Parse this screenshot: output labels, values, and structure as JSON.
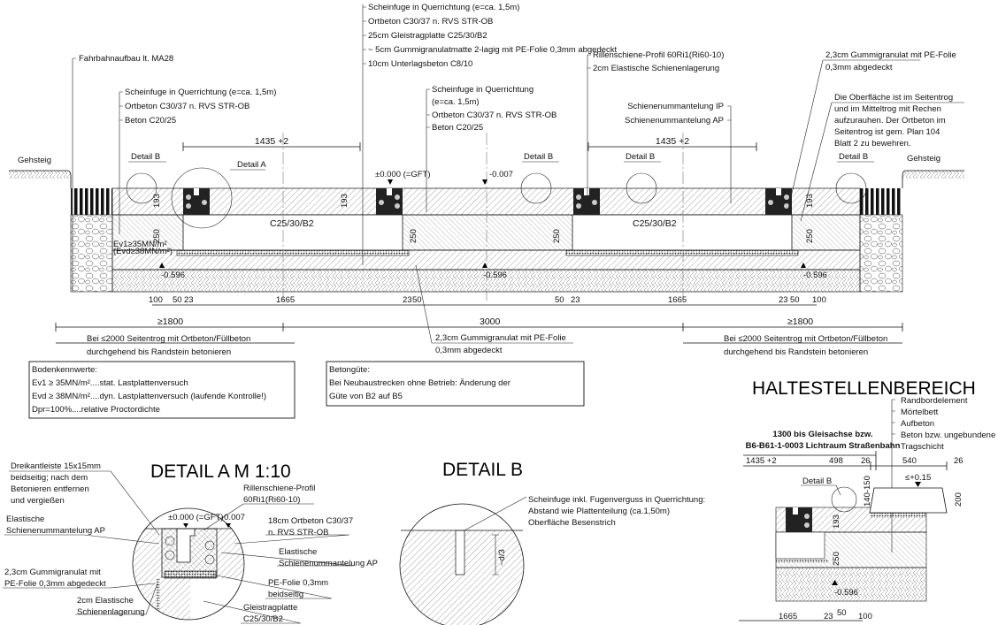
{
  "section": {
    "top_notes": [
      "Scheinfuge in Querrichtung (e=ca. 1,5m)",
      "Ortbeton C30/37 n. RVS STR-OB",
      "25cm Gleistragplatte C25/30/B2",
      "~ 5cm Gummigranulatmatte 2-lagig mit PE-Folie 0,3mm abgedeckt",
      "10cm Unterlagsbeton C8/10"
    ],
    "fahrbahnaufbau": "Fahrbahnaufbau lt. MA28",
    "left_notes": [
      "Scheinfuge in Querrichtung (e=ca. 1,5m)",
      "Ortbeton C30/37 n. RVS STR-OB",
      "Beton C20/25"
    ],
    "middle_notes": [
      "Scheinfuge in Querrichtung",
      "(e=ca. 1,5m)",
      "Ortbeton C30/37 n. RVS STR-OB",
      "Beton C20/25"
    ],
    "rail_notes": [
      "Rillenschiene-Profil 60Ri1(Ri60-10)",
      "2cm Elastische Schienenlagerung"
    ],
    "ummantelung_notes": [
      "Schienenummantelung IP",
      "Schienenummantelung AP"
    ],
    "gummi_note_right": [
      "2,3cm Gummigranulat mit PE-Folie",
      "0,3mm abgedeckt"
    ],
    "surface_note": [
      "Die Oberfläche ist im Seitentrog",
      "und im Mitteltrog mit Rechen",
      "aufzurauhen. Der Ortbeton im",
      "Seitentrog ist gem. Plan 104",
      "Blatt 2 zu bewehren."
    ],
    "gauge": "1435 +2",
    "detail_b": "Detail B",
    "detail_a": "Detail A",
    "gehsteig": "Gehsteig",
    "level_gft": "±0.000 (=GFT)",
    "level_007": "-0.007",
    "level_596": "-0.596",
    "slab": "C25/30/B2",
    "dim_193": "193",
    "dim_250": "250",
    "ev_labels": [
      "Ev1≥35MN/m²",
      "(Evd≥38MN/m²)"
    ],
    "dims_row1": [
      "100",
      "50",
      "23",
      "1665",
      "23",
      "50",
      "50",
      "23",
      "1665",
      "23",
      "50",
      "100"
    ],
    "dims_row2": [
      "≥1800",
      "3000",
      "≥1800"
    ],
    "seitentrog_note": [
      "Bei ≤2000 Seitentrog mit Ortbeton/Füllbeton",
      "durchgehend bis Randstein betonieren"
    ],
    "gummi_note_bottom": [
      "2,3cm Gummigranulat mit PE-Folie",
      "0,3mm abgedeckt"
    ]
  },
  "bodenkennwerte": {
    "title": "Bodenkennwerte:",
    "lines": [
      "Ev1 ≥ 35MN/m²....stat. Lastplattenversuch",
      "Evd ≥ 38MN/m²....dyn. Lastplattenversuch (laufende Kontrolle!)",
      "Dpr=100%....relative Proctordichte"
    ]
  },
  "betonguete": {
    "title": "Betongüte:",
    "lines": [
      "Bei Neubaustrecken ohne Betrieb: Änderung der",
      "Güte von B2 auf B5"
    ]
  },
  "detail_a": {
    "title": "DETAIL A   M 1:10",
    "dreikant": [
      "Dreikantleiste 15x15mm",
      "beidseitig; nach dem",
      "Betonieren entfernen",
      "und vergießen"
    ],
    "elastisch_left": [
      "Elastische",
      "Schienenummantelung AP"
    ],
    "gummi": [
      "2,3cm Gummigranulat mit",
      "PE-Folie 0,3mm abgedeckt"
    ],
    "lagerung": [
      "2cm Elastische",
      "Schienenlagerung"
    ],
    "rail": [
      "Rillenschiene-Profil",
      "60Ri1(Ri60-10)"
    ],
    "level_gft": "±0.000 (=GFT)",
    "level_007": "-0.007",
    "ortbeton": [
      "18cm Ortbeton C30/37",
      "n. RVS STR-OB"
    ],
    "elastisch_right": [
      "Elastische",
      "Schienenummantelung AP"
    ],
    "pe_folie": [
      "PE-Folie 0,3mm",
      "beidseitig"
    ],
    "gleistrag": [
      "Gleistragplatte",
      "C25/30/B2"
    ]
  },
  "detail_b": {
    "title": "DETAIL B",
    "notes": [
      "Scheinfuge inkl. Fugenverguss in Querrichtung:",
      "Abstand wie Plattenteilung (ca.1,50m)",
      "Oberfläche Besenstrich"
    ],
    "depth": "~d/3"
  },
  "haltestelle": {
    "title": "HALTESTELLENBEREICH",
    "layers": [
      "Randbordelement",
      "Mörtelbett",
      "Aufbeton",
      "Beton bzw. ungebundene",
      "Tragschicht"
    ],
    "clearance": [
      "1300 bis Gleisachse bzw.",
      "B6-B61-1-0003 Lichtraum Straßenbahn"
    ],
    "dims_top": [
      "1435 +2",
      "498",
      "26",
      "540",
      "26"
    ],
    "level_015": "≤+0.15",
    "detail_b": "Detail B",
    "dim_140": "140-150",
    "dim_200": "200",
    "dim_193": "193",
    "dim_250": "250",
    "level_596": "-0.596",
    "dims_bottom": [
      "1665",
      "23",
      "50",
      "100"
    ]
  }
}
